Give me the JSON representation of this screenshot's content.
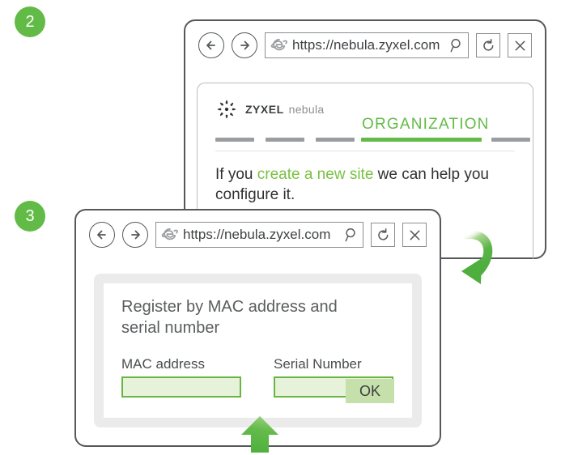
{
  "steps": [
    {
      "number": "2"
    },
    {
      "number": "3"
    }
  ],
  "colors": {
    "brand_green": "#62bb46",
    "arrow_green": "#5cb54a",
    "input_fill": "#e6f3da",
    "input_border": "#69b544",
    "ok_fill": "#c6e0ac",
    "window_border": "#55585a",
    "dialog_panel": "#ebebeb",
    "nav_dash_gray": "#9a9da0"
  },
  "browser_top": {
    "toolbar": {
      "back_icon": "arrow-left-icon",
      "forward_icon": "arrow-right-icon",
      "browser_logo_icon": "internet-explorer-icon",
      "url": "https://nebula.zyxel.com",
      "search_icon": "magnifier-icon",
      "reload_icon": "reload-icon",
      "close_icon": "close-icon"
    },
    "page": {
      "brand": {
        "mark_icon": "zyxel-pinwheel-icon",
        "name": "ZYXEL",
        "product": "nebula"
      },
      "nav": {
        "active_label": "ORGANIZATION",
        "placeholder_dashes": 5
      },
      "sentence": {
        "before": "If you ",
        "link": "create a new site",
        "after": " we can help you configure it."
      }
    }
  },
  "browser_bottom": {
    "toolbar": {
      "back_icon": "arrow-left-icon",
      "forward_icon": "arrow-right-icon",
      "browser_logo_icon": "internet-explorer-icon",
      "url": "https://nebula.zyxel.com",
      "search_icon": "magnifier-icon",
      "reload_icon": "reload-icon",
      "close_icon": "close-icon"
    },
    "dialog": {
      "title": "Register by MAC address and serial number",
      "fields": [
        {
          "label": "MAC address",
          "value": ""
        },
        {
          "label": "Serial Number",
          "value": ""
        }
      ],
      "ok_label": "OK"
    }
  },
  "annotations": {
    "curved_arrow_icon": "curved-arrow-down-left-icon",
    "up_arrow_icon": "arrow-up-icon"
  }
}
